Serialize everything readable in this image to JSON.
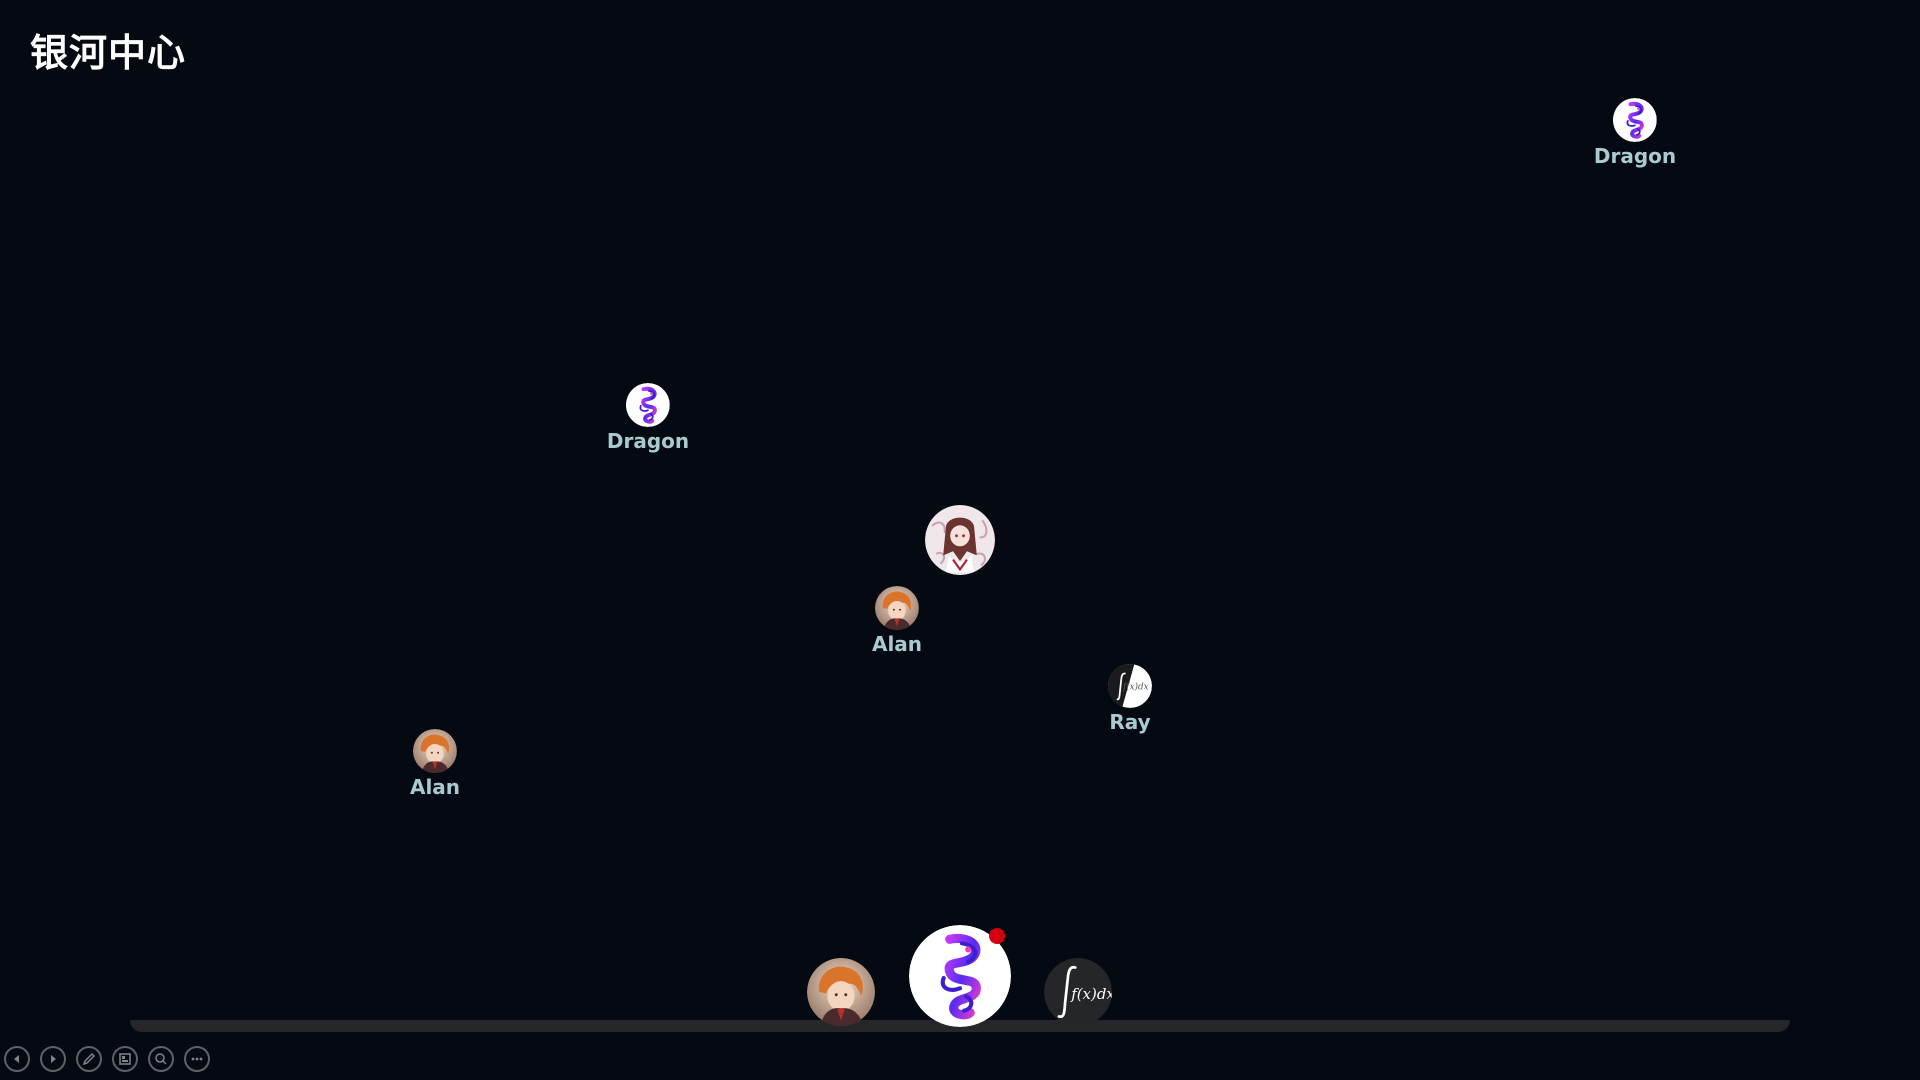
{
  "title": "银河中心",
  "nodes": [
    {
      "label": "Dragon",
      "avatar": "dragon-avatar"
    },
    {
      "label": "Dragon",
      "avatar": "dragon-avatar"
    },
    {
      "label": "",
      "avatar": "anime-girl-avatar"
    },
    {
      "label": "Alan",
      "avatar": "alan-avatar"
    },
    {
      "label": "Ray",
      "avatar": "integral-avatar"
    },
    {
      "label": "Alan",
      "avatar": "alan-avatar"
    }
  ],
  "dock": {
    "items": [
      {
        "name": "alan-avatar"
      },
      {
        "name": "dragon-avatar",
        "badge": true
      },
      {
        "name": "integral-avatar"
      }
    ]
  },
  "integral_text": "∫f(x)dx",
  "controls": [
    "previous-icon",
    "next-icon",
    "pen-icon",
    "slides-icon",
    "zoom-icon",
    "more-icon"
  ],
  "colors": {
    "background": "#050912",
    "label": "#a9cbd0",
    "badge": "#d40010",
    "dragon": "#6a2cf5"
  }
}
